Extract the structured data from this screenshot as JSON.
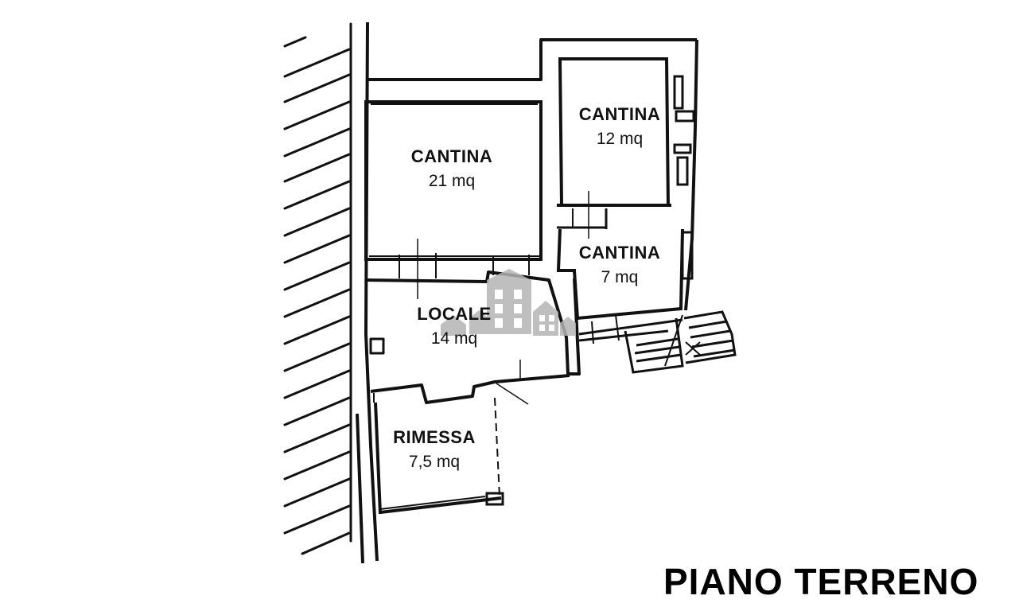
{
  "floor_plan": {
    "title": "PIANO TERRENO",
    "rooms": [
      {
        "id": "cantina-21",
        "name": "CANTINA",
        "area": "21 mq"
      },
      {
        "id": "cantina-12",
        "name": "CANTINA",
        "area": "12 mq"
      },
      {
        "id": "cantina-7",
        "name": "CANTINA",
        "area": "7 mq"
      },
      {
        "id": "locale-14",
        "name": "LOCALE",
        "area": "14 mq"
      },
      {
        "id": "rimessa-7-5",
        "name": "RIMESSA",
        "area": "7,5 mq"
      }
    ]
  },
  "colors": {
    "line": "#111111",
    "watermark": "#b4b4b4",
    "background": "#ffffff"
  },
  "icons": [
    "watermark-buildings-icon",
    "staircase-icon"
  ]
}
